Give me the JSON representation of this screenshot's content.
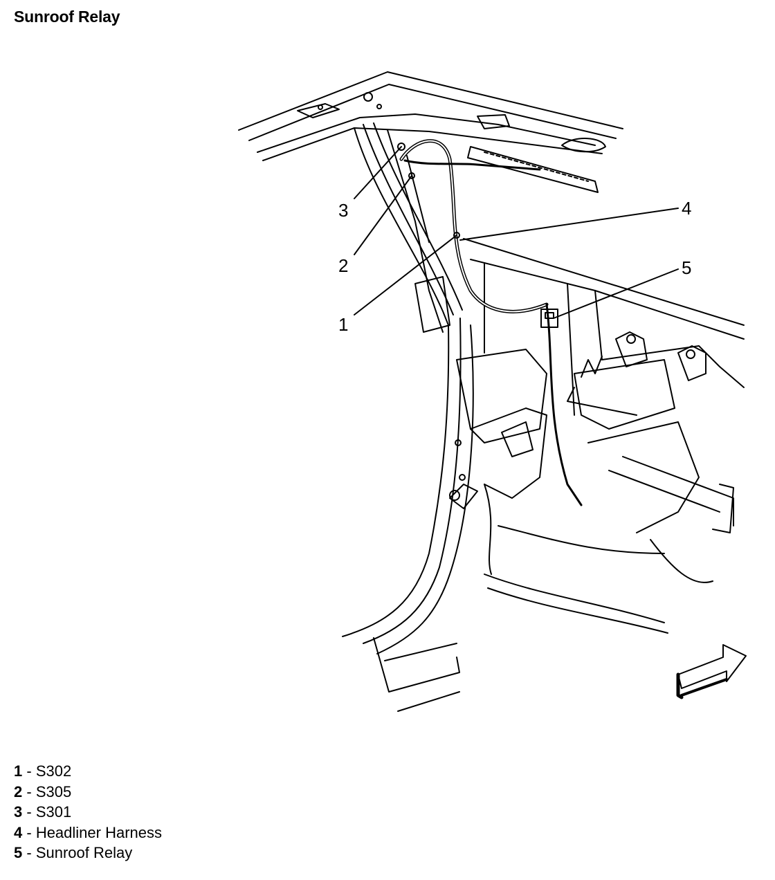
{
  "title": "Sunroof Relay",
  "callouts": [
    "1",
    "2",
    "3",
    "4",
    "5"
  ],
  "legend": [
    {
      "num": "1",
      "sep": " - ",
      "label": "S302"
    },
    {
      "num": "2",
      "sep": " - ",
      "label": "S305"
    },
    {
      "num": "3",
      "sep": " - ",
      "label": "S301"
    },
    {
      "num": "4",
      "sep": " - ",
      "label": "Headliner Harness"
    },
    {
      "num": "5",
      "sep": " - ",
      "label": "Sunroof Relay"
    }
  ]
}
